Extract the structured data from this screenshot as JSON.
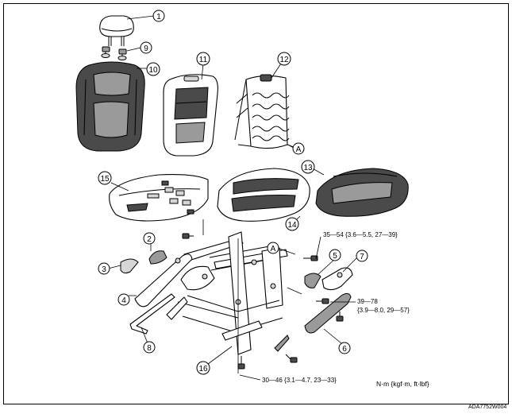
{
  "callouts": [
    {
      "id": "c1",
      "label": "1"
    },
    {
      "id": "c2",
      "label": "2"
    },
    {
      "id": "c3",
      "label": "3"
    },
    {
      "id": "c4",
      "label": "4"
    },
    {
      "id": "c5",
      "label": "5"
    },
    {
      "id": "c6",
      "label": "6"
    },
    {
      "id": "c7",
      "label": "7"
    },
    {
      "id": "c8",
      "label": "8"
    },
    {
      "id": "c9",
      "label": "9"
    },
    {
      "id": "c10",
      "label": "10"
    },
    {
      "id": "c11",
      "label": "11"
    },
    {
      "id": "c12",
      "label": "12"
    },
    {
      "id": "c13",
      "label": "13"
    },
    {
      "id": "c14",
      "label": "14"
    },
    {
      "id": "c15",
      "label": "15"
    },
    {
      "id": "c16",
      "label": "16"
    },
    {
      "id": "cA1",
      "label": "A"
    },
    {
      "id": "cA2",
      "label": "A"
    }
  ],
  "torque_specs": {
    "top": "35—54 {3.6—5.5, 27—39}",
    "mid_line1": "39—78",
    "mid_line2": "{3.9—8.0, 29—57}",
    "bottom": "30—46 {3.1—4.7, 23—33}"
  },
  "units_label": "N·m {kgf·m, ft·lbf}",
  "figure_code": "ADA7752W004"
}
